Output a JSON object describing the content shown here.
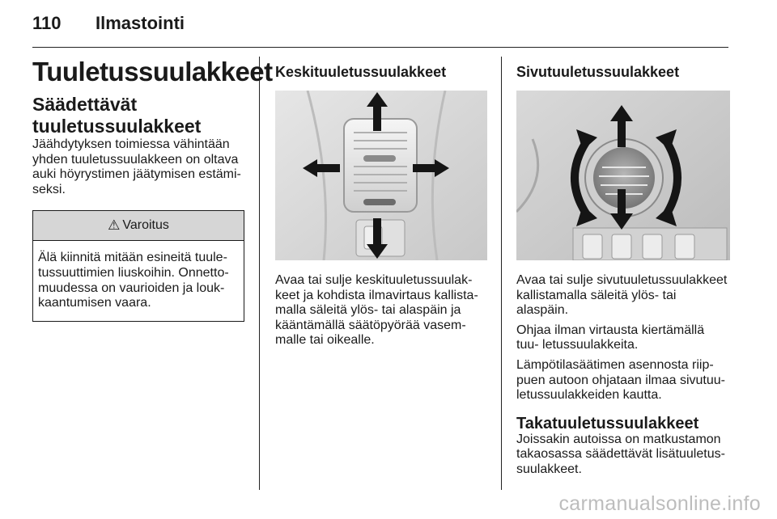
{
  "header": {
    "page_number": "110",
    "chapter": "Ilmastointi"
  },
  "col1": {
    "title": "Tuuletussuulakkeet",
    "subtitle": "Säädettävät tuuletussuulakkeet",
    "body": "Jäähdytyksen toimiessa vähintään yhden tuuletussuulakkeen on oltava auki höyrystimen jäätymisen estämi- seksi.",
    "warning": {
      "icon": "warning-triangle-icon",
      "title": "Varoitus",
      "text": "Älä kiinnitä mitään esineitä tuule- tussuuttimien liuskoihin. Onnetto- muudessa on vaurioiden ja louk- kaantumisen vaara."
    }
  },
  "col2": {
    "heading": "Keskituuletussuulakkeet",
    "figure_icon": "center-vent-arrows-illustration",
    "body": "Avaa tai sulje keskituuletussuulak- keet ja kohdista ilmavirtaus kallista- malla säleitä ylös- tai alaspäin ja kääntämällä säätöpyörää vasem- malle tai oikealle."
  },
  "col3": {
    "heading": "Sivutuuletussuulakkeet",
    "figure_icon": "side-vent-arrows-illustration",
    "para1": "Avaa tai sulje sivutuuletussuulakkeet kallistamalla säleitä ylös- tai alaspäin.",
    "para2": "Ohjaa ilman virtausta kiertämällä tuu- letussuulakkeita.",
    "para3": "Lämpötilasäätimen asennosta riip- puen autoon ohjataan ilmaa sivutuu- letussuulakkeiden kautta.",
    "subheading": "Takatuuletussuulakkeet",
    "para4": "Joissakin autoissa on matkustamon takaosassa säädettävät lisätuuletus- suulakkeet."
  },
  "watermark": "carmanualsonline.info"
}
